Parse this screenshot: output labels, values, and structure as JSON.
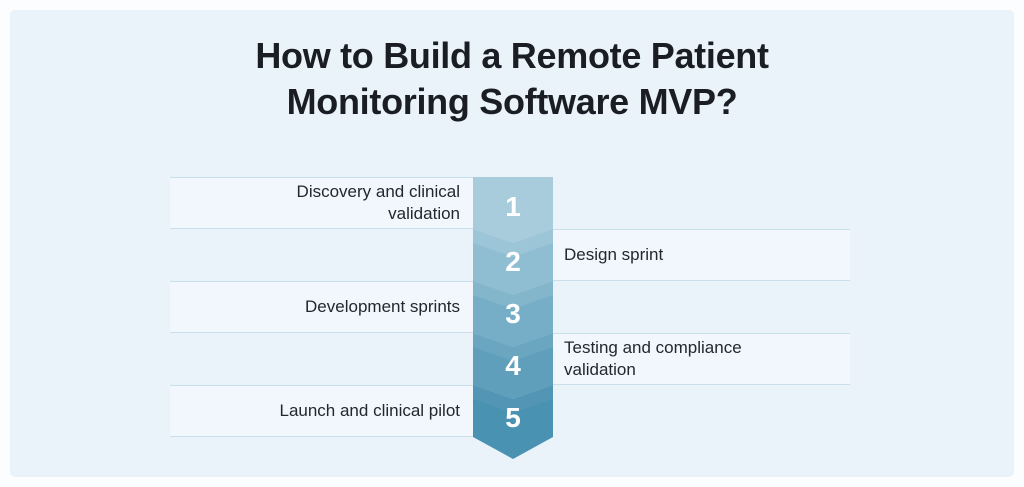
{
  "title": {
    "lines": [
      "How to Build a Remote Patient",
      "Monitoring Software MVP?"
    ],
    "full": "How to Build a Remote Patient Monitoring Software MVP?"
  },
  "steps": [
    {
      "number": "1",
      "label": "Discovery and clinical validation",
      "side": "left"
    },
    {
      "number": "2",
      "label": "Design sprint",
      "side": "right"
    },
    {
      "number": "3",
      "label": "Development sprints",
      "side": "left"
    },
    {
      "number": "4",
      "label": "Testing and compliance validation",
      "side": "right"
    },
    {
      "number": "5",
      "label": "Launch and clinical pilot",
      "side": "left"
    }
  ],
  "colors": {
    "outer_background": "#fbfdfe",
    "panel_background": "#eaf3fa",
    "row_line": "#c9e0ec",
    "row_band": "rgba(255,255,255,0.35)",
    "title_text": "#1a1d24",
    "label_text": "#24272d",
    "number_text": "#ffffff",
    "segments": [
      "#a9ccdc",
      "#8fbdd2",
      "#77aec7",
      "#609fbc",
      "#4a92b2"
    ],
    "segment_folds": [
      "",
      "#9cc5d7",
      "#83b6cb",
      "#6ba6c1",
      "#5295b5"
    ]
  }
}
